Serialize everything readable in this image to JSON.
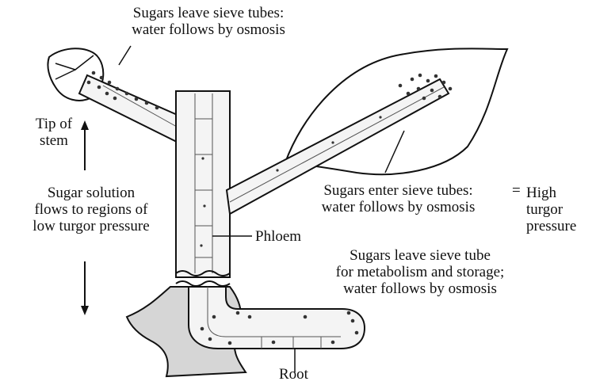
{
  "labels": {
    "sugars_leave_top": [
      "Sugars leave sieve tubes:",
      "water follows by osmosis"
    ],
    "tip_of_stem": [
      "Tip of",
      "stem"
    ],
    "sugar_solution_flows": [
      "Sugar solution",
      "flows to regions of",
      "low turgor pressure"
    ],
    "sugars_enter": [
      "Sugars enter sieve tubes:",
      "water follows by osmosis"
    ],
    "equals_sign": "=",
    "high_turgor": [
      "High",
      "turgor",
      "pressure"
    ],
    "phloem": "Phloem",
    "sugars_leave_root": [
      "Sugars leave sieve tube",
      "for metabolism and storage;",
      "water follows by osmosis"
    ],
    "root": "Root"
  }
}
